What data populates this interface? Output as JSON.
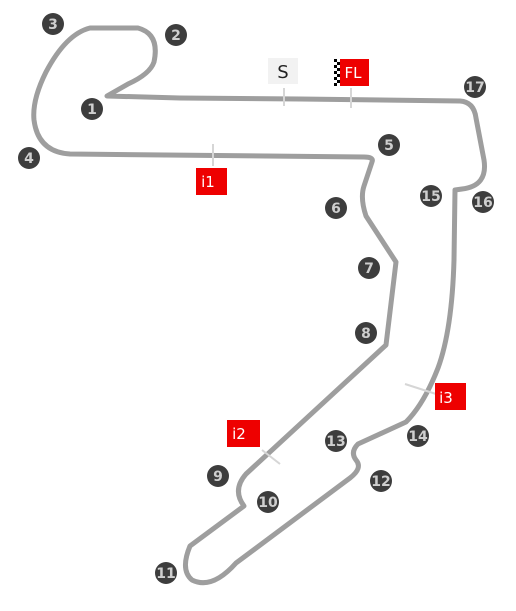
{
  "track": {
    "color": "#9e9e9e",
    "sector_color": "#d6d6d6"
  },
  "markers": {
    "start": {
      "label": "S",
      "bg": "#f2f2f2"
    },
    "finish": {
      "label": "FL",
      "bg": "#ee0000"
    },
    "intermediate": [
      {
        "label": "i1",
        "bg": "#ee0000"
      },
      {
        "label": "i2",
        "bg": "#ee0000"
      },
      {
        "label": "i3",
        "bg": "#ee0000"
      }
    ]
  },
  "turns": {
    "badge_color": "#3d3d3d",
    "text_color": "#cfcfcf",
    "items": [
      {
        "label": "1"
      },
      {
        "label": "2"
      },
      {
        "label": "3"
      },
      {
        "label": "4"
      },
      {
        "label": "5"
      },
      {
        "label": "6"
      },
      {
        "label": "7"
      },
      {
        "label": "8"
      },
      {
        "label": "9"
      },
      {
        "label": "10"
      },
      {
        "label": "11"
      },
      {
        "label": "12"
      },
      {
        "label": "13"
      },
      {
        "label": "14"
      },
      {
        "label": "15"
      },
      {
        "label": "16"
      },
      {
        "label": "17"
      }
    ]
  }
}
